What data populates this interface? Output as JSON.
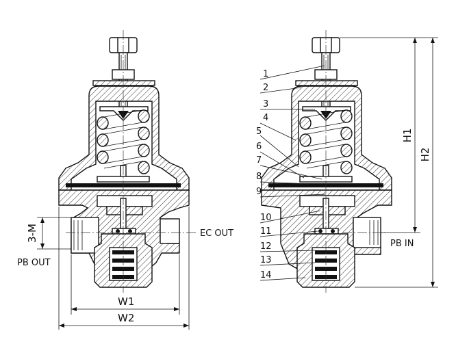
{
  "left_view": {
    "labels": {
      "thread": "3-M",
      "pb_out": "PB OUT",
      "ec_out": "EC OUT",
      "w1": "W1",
      "w2": "W2"
    }
  },
  "right_view": {
    "labels": {
      "pb_in": "PB IN",
      "h1": "H1",
      "h2": "H2"
    },
    "callouts": [
      "1",
      "2",
      "3",
      "4",
      "5",
      "6",
      "7",
      "8",
      "9",
      "10",
      "11",
      "12",
      "13",
      "14"
    ]
  }
}
